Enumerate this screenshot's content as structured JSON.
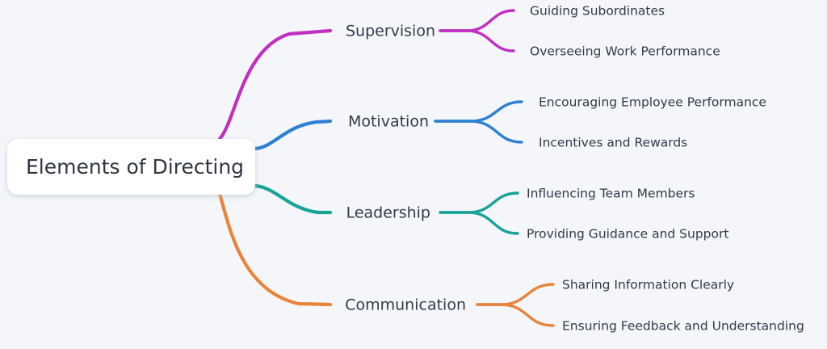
{
  "diagram": {
    "type": "mindmap",
    "background_color": "#f4f6f9",
    "text_color": "#333b47",
    "root": {
      "label": "Elements of Directing",
      "box_fill": "#ffffff"
    },
    "branches": [
      {
        "label": "Supervision",
        "color": "#c22ec2",
        "children": [
          {
            "label": "Guiding Subordinates"
          },
          {
            "label": "Overseeing Work Performance"
          }
        ]
      },
      {
        "label": "Motivation",
        "color": "#2e81d2",
        "children": [
          {
            "label": "Encouraging Employee Performance"
          },
          {
            "label": "Incentives and Rewards"
          }
        ]
      },
      {
        "label": "Leadership",
        "color": "#18a398",
        "children": [
          {
            "label": "Influencing Team Members"
          },
          {
            "label": "Providing Guidance and Support"
          }
        ]
      },
      {
        "label": "Communication",
        "color": "#e8843c",
        "children": [
          {
            "label": "Sharing Information Clearly"
          },
          {
            "label": "Ensuring Feedback and Understanding"
          }
        ]
      }
    ]
  }
}
